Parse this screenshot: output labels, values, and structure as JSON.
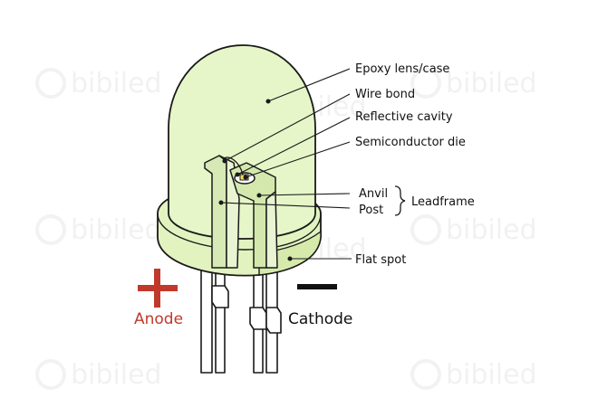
{
  "labels": {
    "epoxy": "Epoxy lens/case",
    "wire_bond": "Wire bond",
    "reflective_cavity": "Reflective cavity",
    "semiconductor_die": "Semiconductor die",
    "anvil": "Anvil",
    "post": "Post",
    "leadframe": "Leadframe",
    "flat_spot": "Flat spot",
    "anode": "Anode",
    "cathode": "Cathode"
  },
  "watermark": "bibiled",
  "colors": {
    "epoxy_fill": "#e4f5c4",
    "epoxy_top": "#eaf8cf",
    "epoxy_stroke": "#1a1a1a",
    "die": "#f4e05a",
    "anode_color": "#c0392b",
    "cathode_color": "#111111"
  }
}
